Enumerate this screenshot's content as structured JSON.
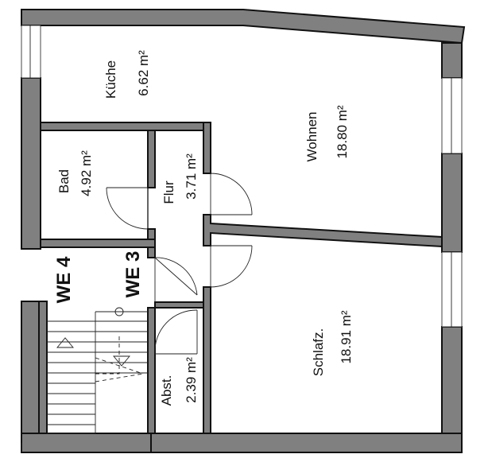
{
  "rooms": {
    "kueche": {
      "name": "Küche",
      "area": "6.62 m²"
    },
    "wohnen": {
      "name": "Wohnen",
      "area": "18.80 m²"
    },
    "bad": {
      "name": "Bad",
      "area": "4.92 m²"
    },
    "flur": {
      "name": "Flur",
      "area": "3.71 m²"
    },
    "schlafz": {
      "name": "Schlafz.",
      "area": "18.91 m²"
    },
    "abst": {
      "name": "Abst.",
      "area": "2.39 m²"
    }
  },
  "units": {
    "we4": "WE 4",
    "we3": "WE 3"
  },
  "colors": {
    "wall_fill": "#808080",
    "wall_stroke": "#111111",
    "background": "#ffffff"
  }
}
